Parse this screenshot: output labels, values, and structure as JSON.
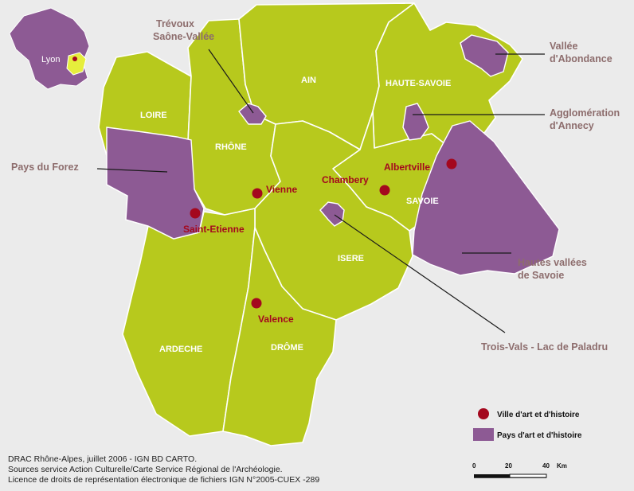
{
  "colors": {
    "background": "#ebebeb",
    "departement_fill": "#b7c91d",
    "pays_fill": "#8d5a94",
    "ville_marker": "#a4081e",
    "border": "#ffffff",
    "callout_text": "#8d6d6d"
  },
  "inset": {
    "city_label": "Lyon"
  },
  "departements": [
    {
      "id": "ain",
      "label": "AIN"
    },
    {
      "id": "haute-savoie",
      "label": "HAUTE-SAVOIE"
    },
    {
      "id": "loire",
      "label": "LOIRE"
    },
    {
      "id": "rhone",
      "label": "RHÔNE"
    },
    {
      "id": "savoie",
      "label": "SAVOIE"
    },
    {
      "id": "isere",
      "label": "ISERE"
    },
    {
      "id": "ardeche",
      "label": "ARDECHE"
    },
    {
      "id": "drome",
      "label": "DRÔME"
    }
  ],
  "villes": [
    {
      "id": "albertville",
      "label": "Albertville"
    },
    {
      "id": "chambery",
      "label": "Chambery"
    },
    {
      "id": "vienne",
      "label": "Vienne"
    },
    {
      "id": "saint-etienne",
      "label": "Saint-Etienne"
    },
    {
      "id": "valence",
      "label": "Valence"
    }
  ],
  "pays": [
    {
      "id": "trevoux",
      "label_lines": [
        "Trévoux",
        "Saône-Vallée"
      ]
    },
    {
      "id": "abondance",
      "label_lines": [
        "Vallée",
        "d'Abondance"
      ]
    },
    {
      "id": "annecy",
      "label_lines": [
        "Agglomération",
        "d'Annecy"
      ]
    },
    {
      "id": "forez",
      "label_lines": [
        "Pays du Forez"
      ]
    },
    {
      "id": "hautes-vallees",
      "label_lines": [
        "Hautes vallées",
        "de Savoie"
      ]
    },
    {
      "id": "trois-vals",
      "label_lines": [
        "Trois-Vals - Lac de Paladru"
      ]
    }
  ],
  "legend": {
    "ville_label": "Ville d'art et d'histoire",
    "pays_label": "Pays d'art et d'histoire"
  },
  "scale": {
    "ticks": [
      "0",
      "20",
      "40"
    ],
    "unit": "Km"
  },
  "credits": [
    "DRAC Rhône-Alpes, juillet 2006 - IGN BD CARTO.",
    "Sources service Action Culturelle/Carte Service Régional de l'Archéologie.",
    "Licence de droits de représentation électronique de fichiers IGN N°2005-CUEX -289"
  ]
}
